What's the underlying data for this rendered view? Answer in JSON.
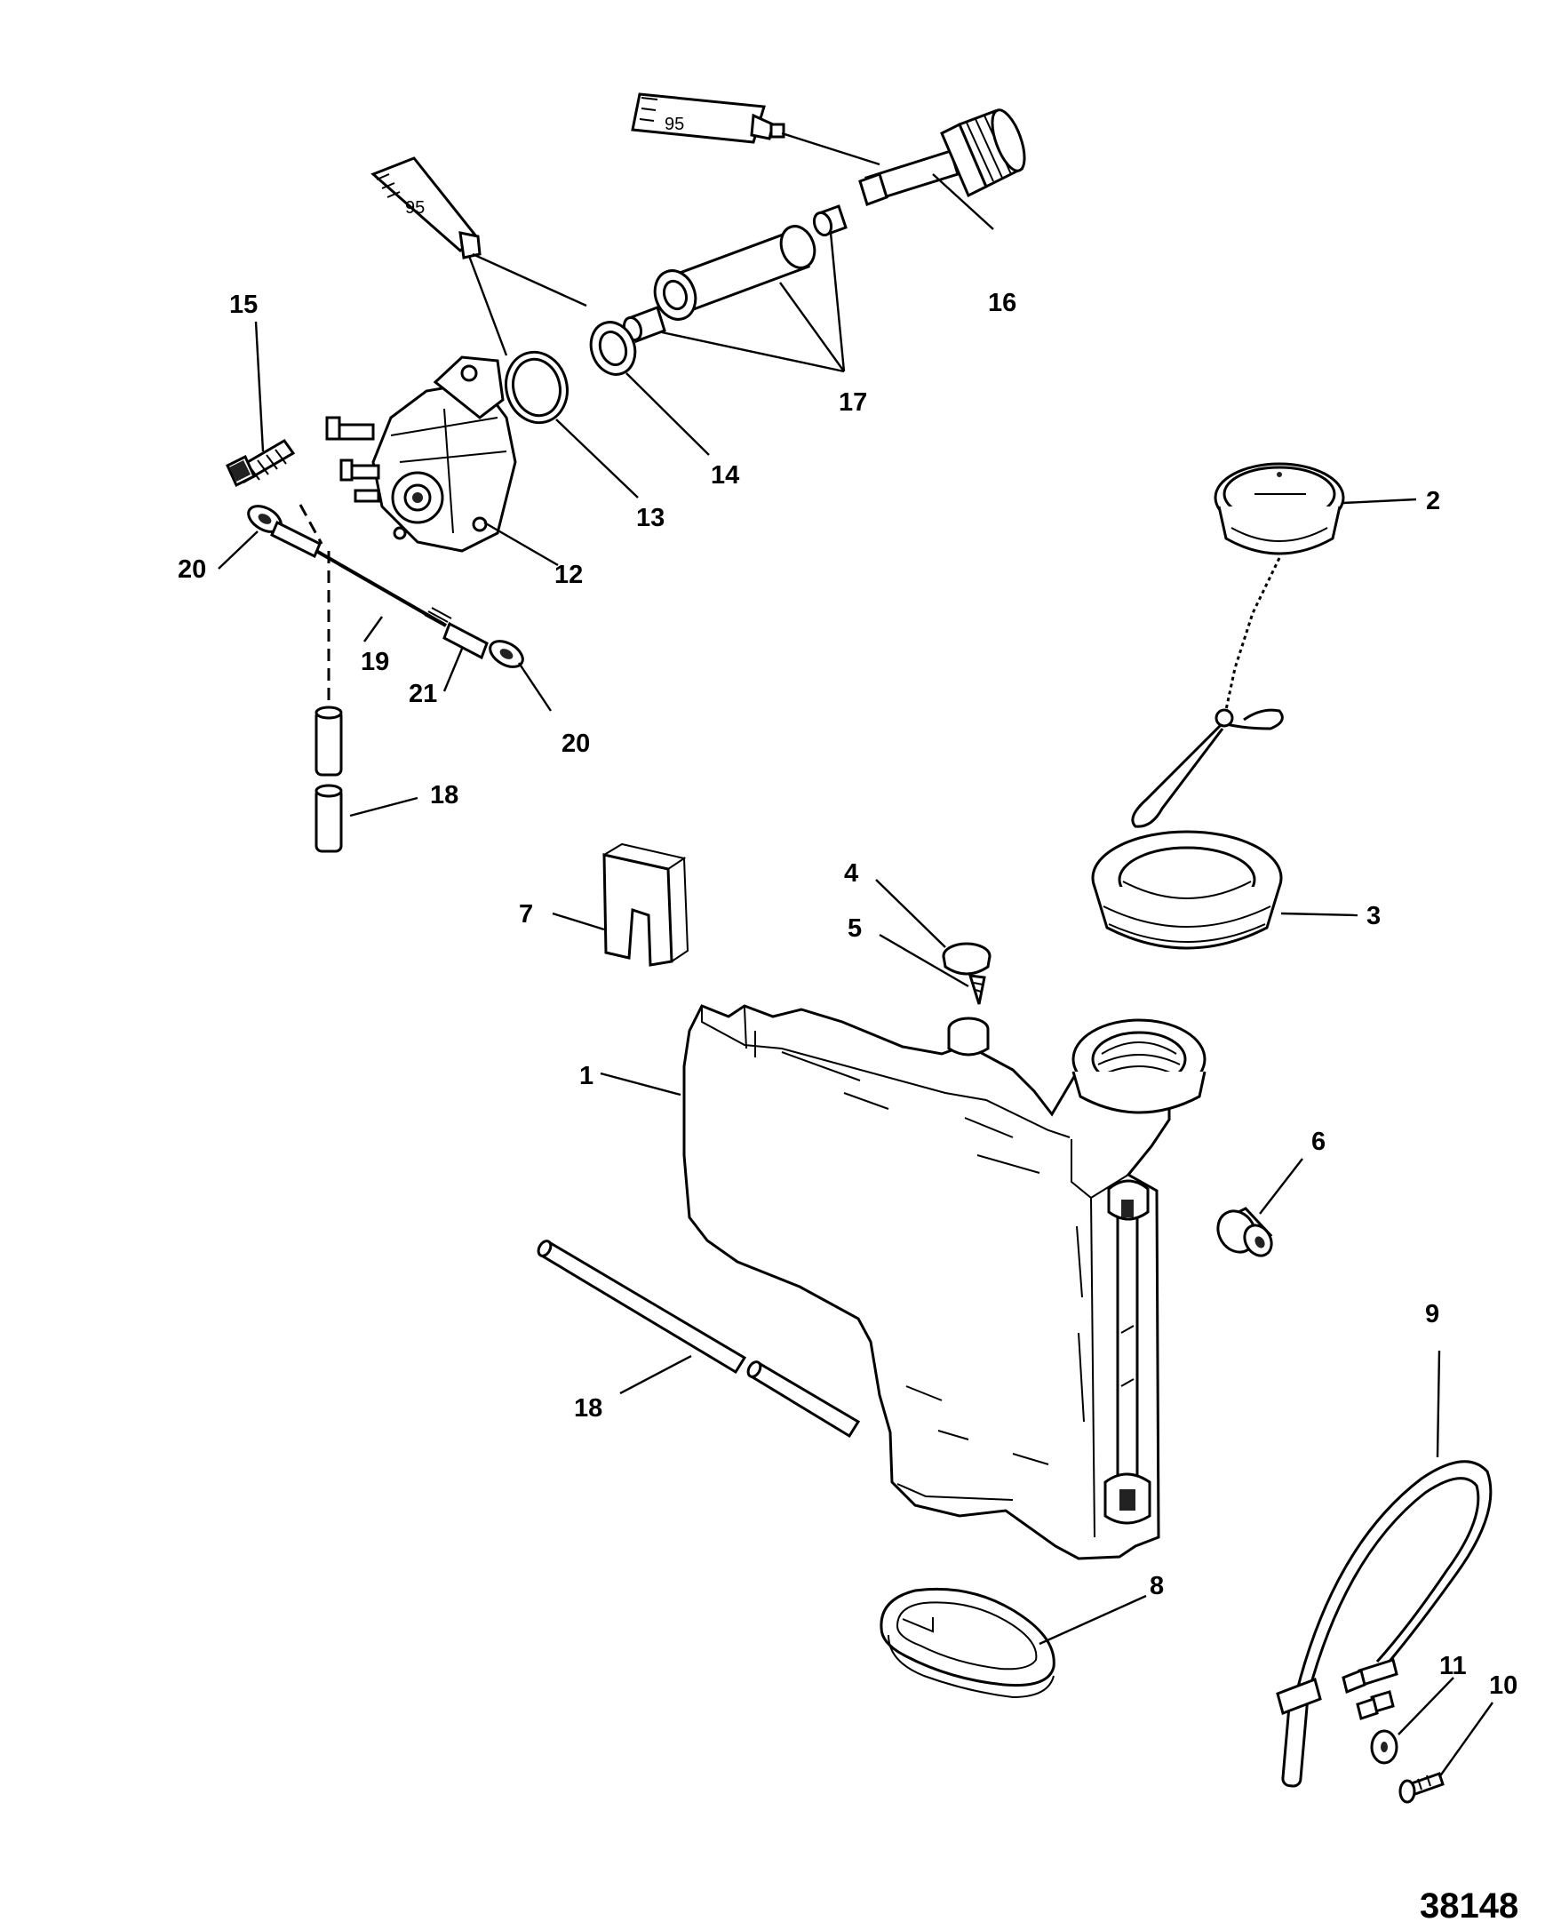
{
  "diagram": {
    "figure_number": "38148",
    "sealant_tube_label": "95",
    "callouts": {
      "c1": "1",
      "c2": "2",
      "c3": "3",
      "c4": "4",
      "c5": "5",
      "c6": "6",
      "c7": "7",
      "c8": "8",
      "c9": "9",
      "c10": "10",
      "c11": "11",
      "c12": "12",
      "c13": "13",
      "c14": "14",
      "c15": "15",
      "c16": "16",
      "c17": "17",
      "c18a": "18",
      "c18b": "18",
      "c19": "19",
      "c20a": "20",
      "c20b": "20",
      "c21": "21"
    }
  }
}
